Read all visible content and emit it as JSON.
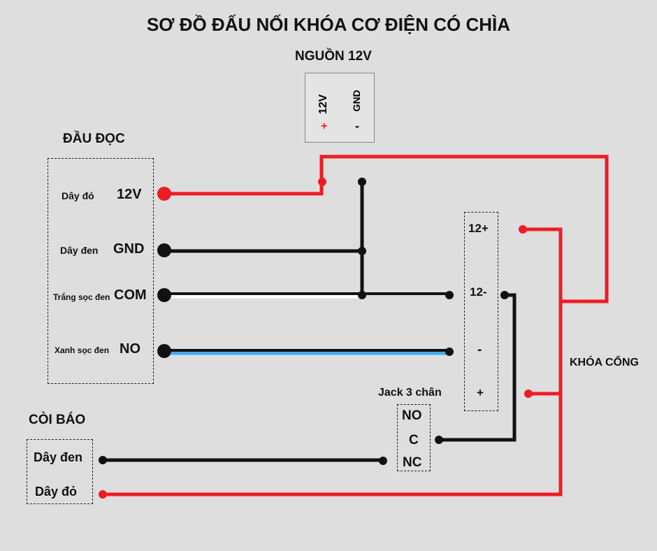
{
  "title": "SƠ ĐỒ ĐẤU NỐI KHÓA CƠ ĐIỆN CÓ CHÌA",
  "power_source": {
    "heading": "NGUỒN 12V",
    "positive_label": "12V",
    "positive_sign": "+",
    "ground_label": "GND",
    "ground_sign": "-"
  },
  "reader": {
    "heading": "ĐẦU ĐỌC",
    "terminals": [
      {
        "wire": "Dây đỏ",
        "pin": "12V"
      },
      {
        "wire": "Dây đen",
        "pin": "GND"
      },
      {
        "wire": "Trắng sọc đen",
        "pin": "COM"
      },
      {
        "wire": "Xanh sọc đen",
        "pin": "NO"
      }
    ]
  },
  "lock": {
    "heading": "KHÓA CỔNG",
    "terminals": [
      "12+",
      "12-",
      "-",
      "+"
    ]
  },
  "jack": {
    "heading": "Jack 3 chân",
    "terminals": [
      "NO",
      "C",
      "NC"
    ]
  },
  "buzzer": {
    "heading": "CÒI BÁO",
    "terminals": [
      "Dây đen",
      "Dây đỏ"
    ]
  },
  "colors": {
    "red_wire": "#ee1c24",
    "black_wire": "#111111",
    "blue_stripe": "#3fa9f5",
    "white_stripe": "#ffffff",
    "positive_sign": "#ee1c24"
  }
}
